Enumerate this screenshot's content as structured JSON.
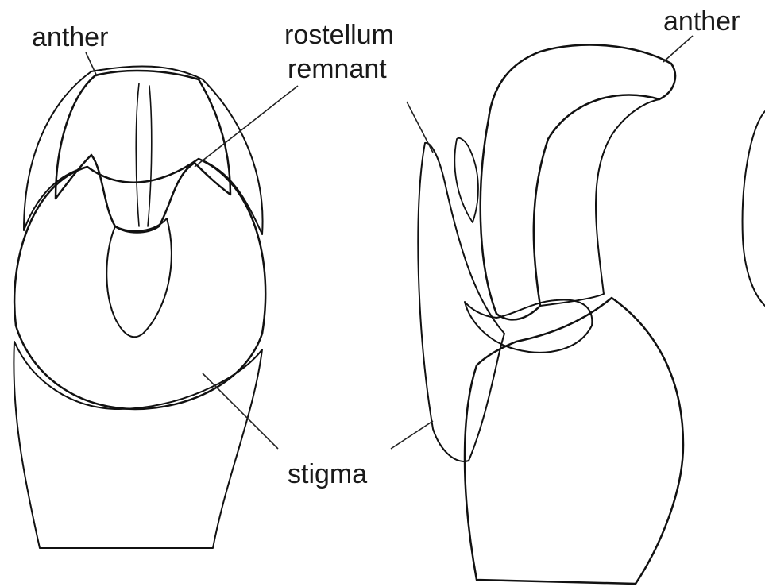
{
  "labels": {
    "anther_left": "anther",
    "rostellum_line1": "rostellum",
    "rostellum_line2": "remnant",
    "anther_right": "anther",
    "stigma": "stigma"
  },
  "colors": {
    "ink": "#111111",
    "stipple": "#8a8a8a",
    "background": "#ffffff"
  }
}
